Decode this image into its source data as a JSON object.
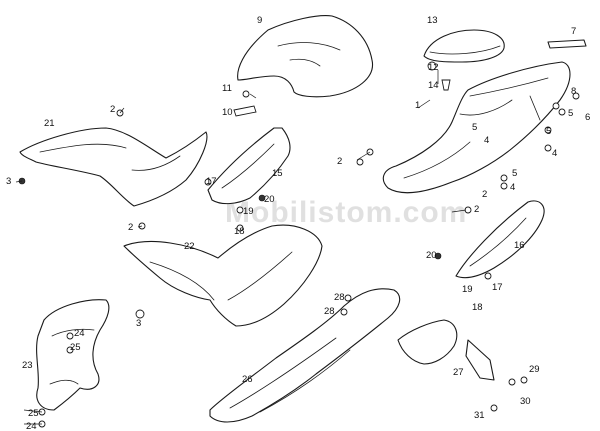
{
  "watermark": "Mobilistom.com",
  "labels": {
    "l1": "1",
    "l2a": "2",
    "l2b": "2",
    "l2c": "2",
    "l2d": "2",
    "l2e": "2",
    "l3": "3",
    "l3b": "3",
    "l4a": "4",
    "l4b": "4",
    "l4c": "4",
    "l5a": "5",
    "l5b": "5",
    "l5c": "5",
    "l5d": "5",
    "l6": "6",
    "l7": "7",
    "l8": "8",
    "l9": "9",
    "l10": "10",
    "l11": "11",
    "l12": "12",
    "l13": "13",
    "l14": "14",
    "l15": "15",
    "l16": "16",
    "l17a": "17",
    "l17b": "17",
    "l18a": "18",
    "l18b": "18",
    "l19a": "19",
    "l19b": "19",
    "l20a": "20",
    "l20b": "20",
    "l21": "21",
    "l22": "22",
    "l23": "23",
    "l24a": "24",
    "l24b": "24",
    "l25a": "25",
    "l25b": "25",
    "l26": "26",
    "l27": "27",
    "l28a": "28",
    "l28b": "28",
    "l29": "29",
    "l30": "30",
    "l31": "31"
  }
}
